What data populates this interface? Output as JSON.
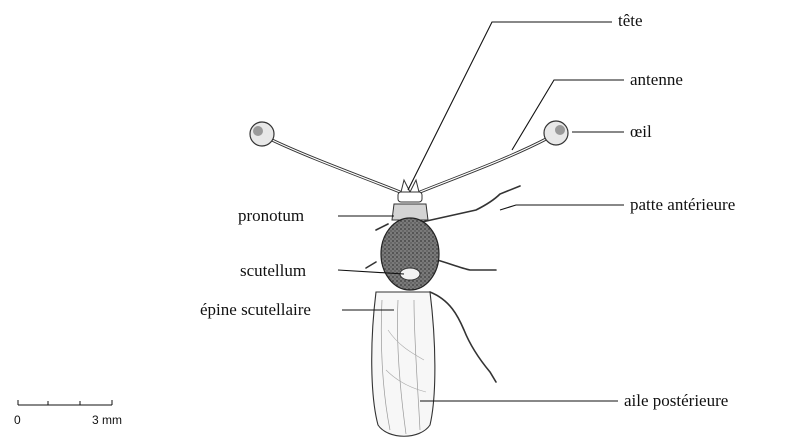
{
  "labels": {
    "tete": "tête",
    "antenne": "antenne",
    "oeil": "œil",
    "patte_anterieure": "patte antérieure",
    "pronotum": "pronotum",
    "scutellum": "scutellum",
    "epine_scutellaire": "épine scutellaire",
    "aile_posterieure": "aile postérieure"
  },
  "scale_bar": {
    "start": "0",
    "end": "3 mm"
  },
  "colors": {
    "ink": "#111111",
    "body_fill": "#6d6d6d",
    "wing_fill": "#f7f7f7"
  }
}
